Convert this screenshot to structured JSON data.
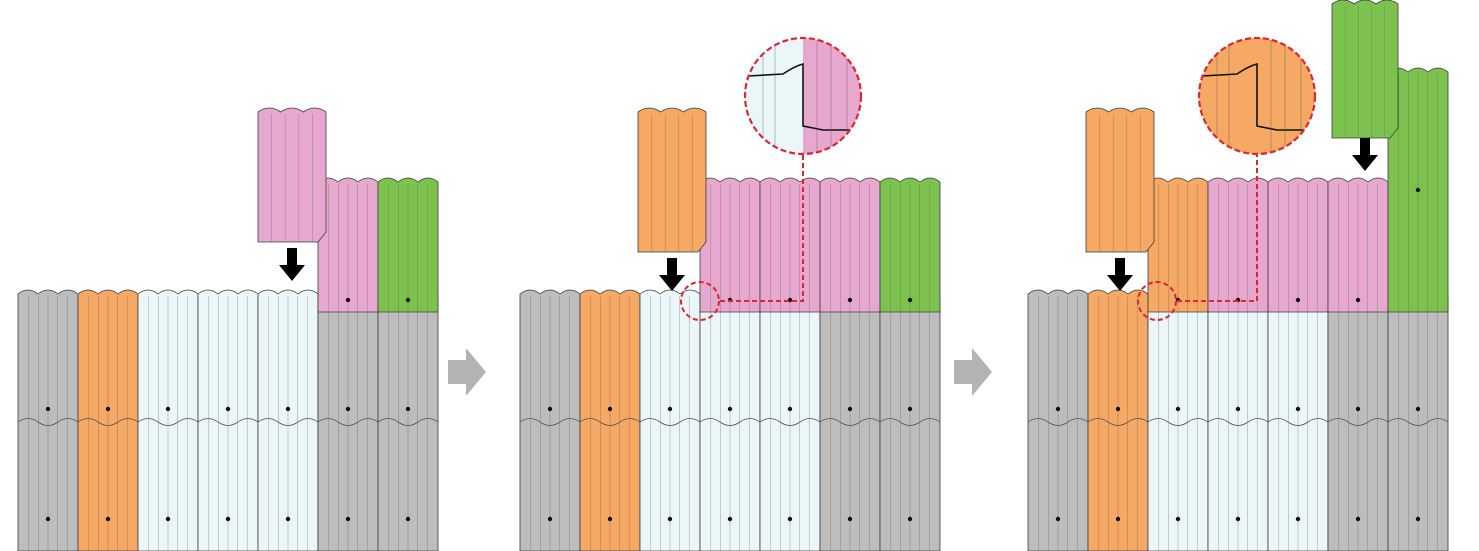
{
  "diagram": {
    "steps": [
      {
        "id": "step-1",
        "arrow": "down"
      },
      {
        "id": "step-2",
        "arrow": "down",
        "detail": "zoom"
      },
      {
        "id": "step-3",
        "arrow": "down",
        "detail": "zoom"
      }
    ],
    "sequence_arrows": 2,
    "colors": {
      "gray_panel": "#bdbdbd",
      "orange_panel": "#f6a865",
      "pink_panel": "#e6a8cf",
      "green_panel": "#7dc24f",
      "translucent_panel": "#ebf6f9",
      "highlight": "#e0252f",
      "flow_arrow": "#b3b3b3",
      "drop_arrow": "#000000"
    },
    "icons": [
      "down-arrow-icon",
      "right-arrow-icon",
      "zoom-circle-icon"
    ]
  }
}
